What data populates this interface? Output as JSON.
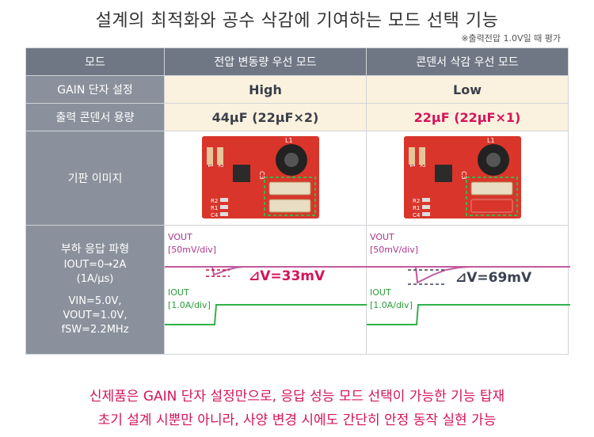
{
  "title": "설계의 최적화와 공수 삭감에 기여하는 모드 선택 기능",
  "note": "※출력전압 1.0V일 때 평가",
  "header": {
    "col0": "모드",
    "col1": "전압 변동량 우선 모드",
    "col2": "콘덴서 삭감 우선 모드"
  },
  "rows": {
    "gain_label": "GAIN 단자 설정",
    "gain_high": "High",
    "gain_low": "Low",
    "cap_label": "출력 콘덴서 용량",
    "cap_high": "44μF (22μF×2)",
    "cap_low": "22μF (22μF×1)",
    "image_label": "기판 이미지",
    "wave_label": "부하 응답 파형",
    "wave_iout": "IOUT=0→2A",
    "wave_rate": "(1A/μs)",
    "wave_vin": "VIN=5.0V,",
    "wave_vout": "VOUT=1.0V,",
    "wave_fsw": "fSW=2.2MHz"
  },
  "board": {
    "l1": "L1",
    "c1n1": "C1N1",
    "c1n2": "C1N2",
    "c3": "C3",
    "r2": "R2",
    "r1": "R1",
    "c4": "C4"
  },
  "waveform": {
    "vout_label": "VOUT",
    "vout_scale": "[50mV/div]",
    "iout_label": "IOUT",
    "iout_scale": "[1.0A/div]",
    "dv_high": "⊿V=33mV",
    "dv_low": "⊿V=69mV"
  },
  "footer": {
    "line1": "신제품은 GAIN 단자 설정만으로, 응답 성능 모드 선택이 가능한 기능 탑재",
    "line2": "초기 설계 시뿐만 아니라, 사양 변경 시에도 간단히 안정 동작 실현 가능"
  },
  "colors": {
    "header": "#6f7785",
    "label": "#8a919c",
    "value_bg": "#fbf1df",
    "accent": "#d4145a",
    "board": "#d9352b",
    "vout": "#b0348a",
    "iout": "#2c9c3a"
  }
}
